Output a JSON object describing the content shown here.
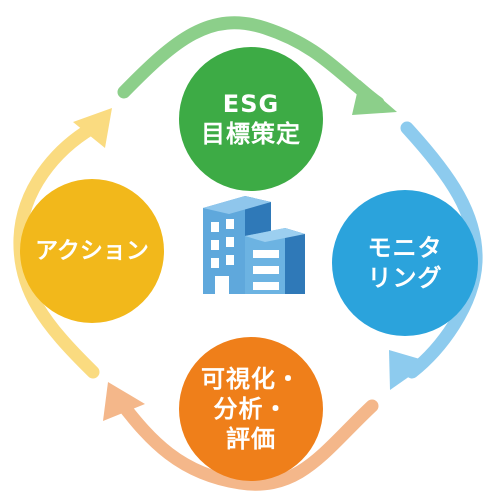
{
  "colors": {
    "green": "#3dab45",
    "blue": "#2ba3dc",
    "orange": "#ef7f1a",
    "yellow": "#f2b81b",
    "arrow_green": "#8ccf8a",
    "arrow_blue": "#8dcbee",
    "arrow_orange": "#f4b78a",
    "arrow_yellow": "#fadb80",
    "building_light": "#5fa8dc",
    "building_dark": "#2f79b8"
  },
  "center_icon": "office-building-icon",
  "cycle": {
    "top": {
      "line1": "ESG",
      "line2": "目標策定"
    },
    "right": {
      "line1": "モニタ",
      "line2": "リング"
    },
    "bottom": {
      "line1": "可視化・",
      "line2": "分析・",
      "line3": "評価"
    },
    "left": {
      "line1": "アクション"
    }
  }
}
